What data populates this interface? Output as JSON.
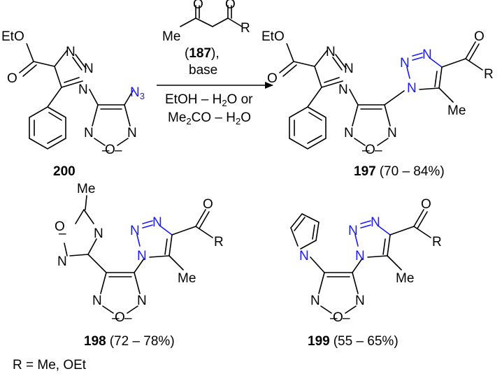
{
  "colors": {
    "ink": "#000000",
    "triazole": "#1a1aff"
  },
  "atoms": {
    "EtO": "EtO",
    "O": "O",
    "N": "N",
    "N3_main": "N",
    "N3_sub": "3",
    "Me": "Me",
    "R": "R"
  },
  "reagents": {
    "ketone_Me": "Me",
    "ref_open": "(",
    "ref_num": "187",
    "ref_close": "),",
    "base": "base",
    "solvent1": "EtOH – H",
    "solvent1_sub": "2",
    "solvent1_tail": "O or",
    "solvent2_a": "Me",
    "solvent2_sub1": "2",
    "solvent2_b": "CO – H",
    "solvent2_sub2": "2",
    "solvent2_c": "O"
  },
  "compounds": {
    "c200": {
      "number": "200"
    },
    "c197": {
      "number": "197",
      "yield": "(70 – 84%)"
    },
    "c198": {
      "number": "198",
      "yield": "(72 – 78%)"
    },
    "c199": {
      "number": "199",
      "yield": "(55 – 65%)"
    }
  },
  "footnote": "R = Me, OEt"
}
